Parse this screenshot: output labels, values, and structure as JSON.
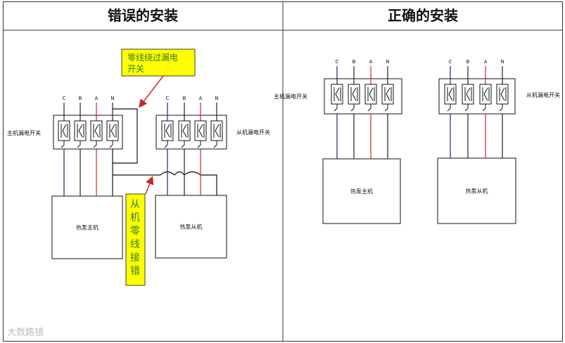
{
  "header": {
    "left_title": "错误的安装",
    "right_title": "正确的安装"
  },
  "wrong": {
    "annotation_top": [
      "零线绕过漏电",
      "开关"
    ],
    "annotation_bottom": [
      "从",
      "机",
      "零",
      "线",
      "接",
      "错"
    ],
    "main_switch_label": "主机漏电开关",
    "slave_switch_label": "从机漏电开关",
    "main_unit_label": "热泵主机",
    "slave_unit_label": "热泵从机",
    "terminals": [
      "C",
      "B",
      "A",
      "N"
    ]
  },
  "correct": {
    "main_switch_label": "主机漏电开关",
    "slave_switch_label": "从机漏电开关",
    "main_unit_label": "热泵主机",
    "slave_unit_label": "热泵从机",
    "terminals": [
      "C",
      "B",
      "A",
      "N"
    ]
  },
  "watermark": "大数路镜",
  "colors": {
    "wire_c": "#1a237e",
    "wire_b": "#222222",
    "wire_a": "#c62828",
    "wire_n": "#222222",
    "note_fill": "#ffff00",
    "note_text": "#2e7d32",
    "arrow": "#c62828"
  }
}
